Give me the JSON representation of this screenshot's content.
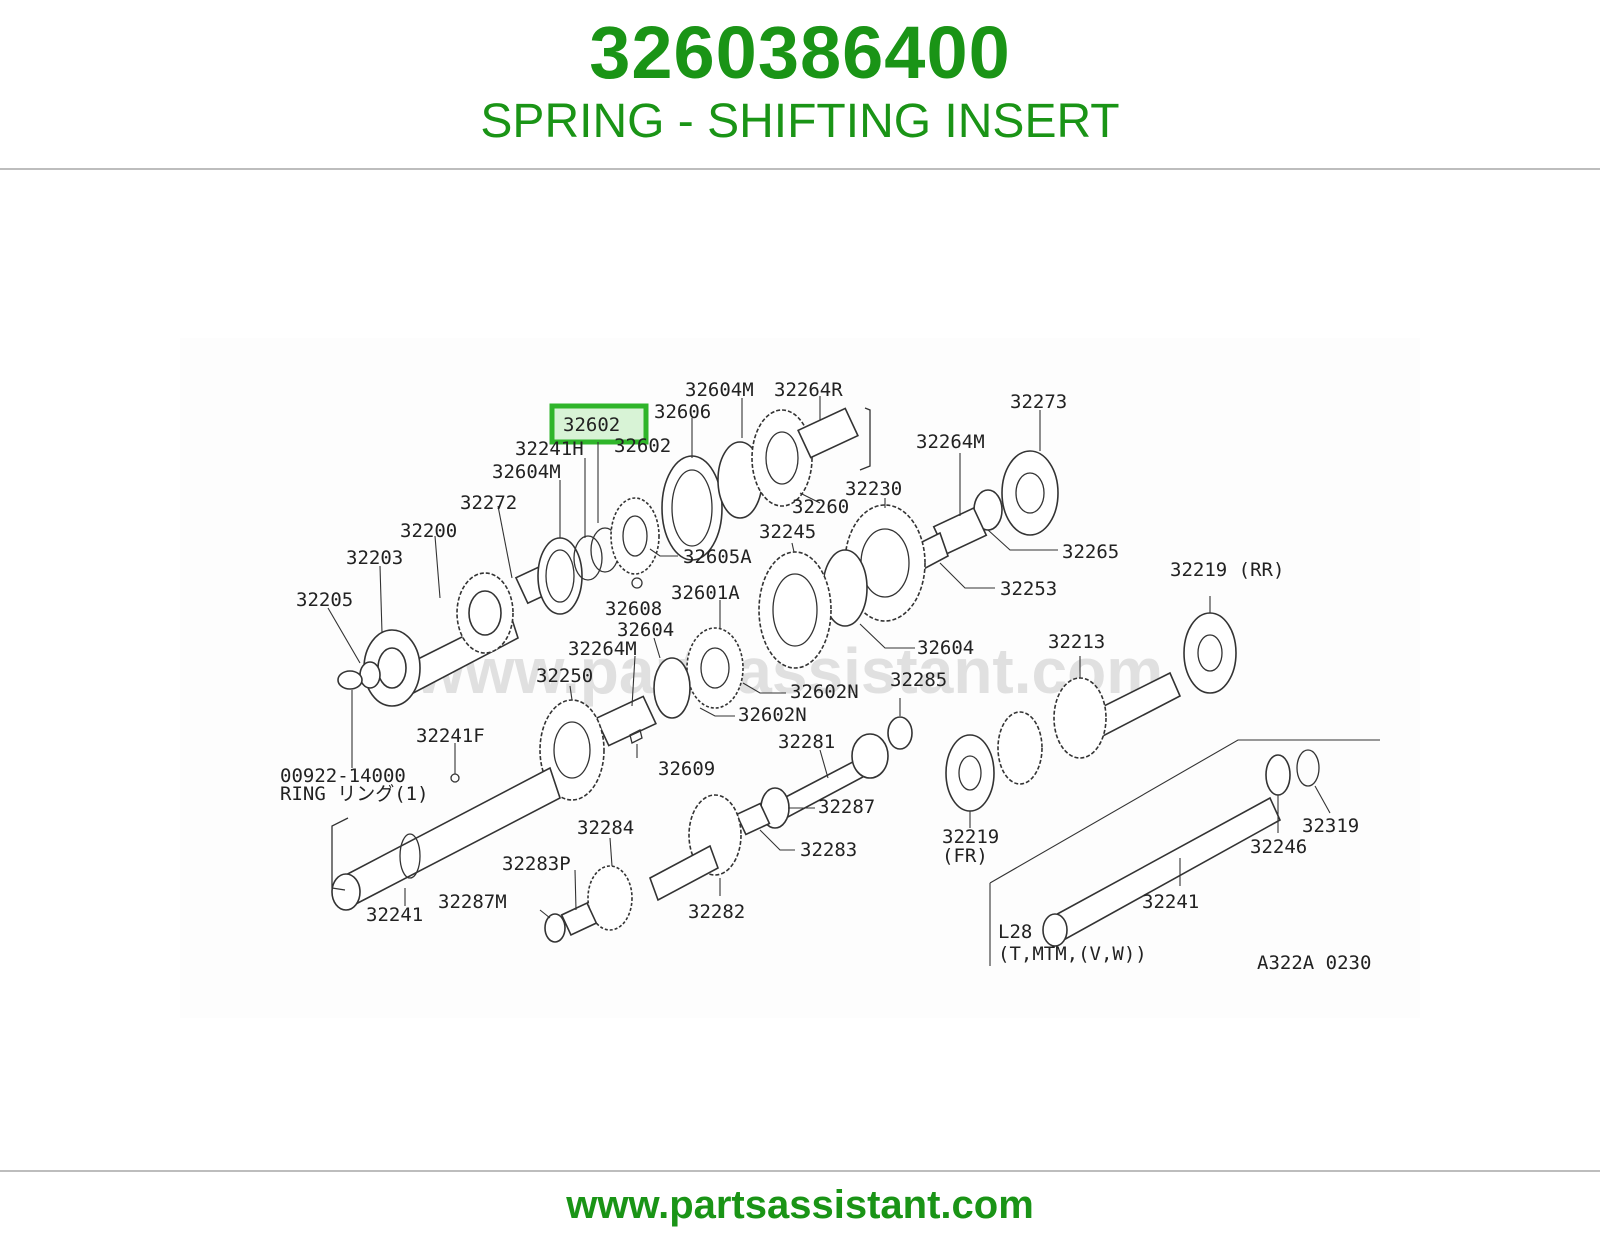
{
  "header": {
    "part_number": "3260386400",
    "part_name": "SPRING - SHIFTING INSERT"
  },
  "footer": {
    "site": "www.partsassistant.com"
  },
  "diagram": {
    "watermark": "www.partsassistant.com",
    "highlight_label": "32602",
    "highlight_color": "#2fb52a",
    "labels": {
      "p32604M_top": "32604M",
      "p32264R": "32264R",
      "p32606": "32606",
      "p32602b": "32602",
      "p32241H": "32241H",
      "p32604M_left": "32604M",
      "p32272": "32272",
      "p32200": "32200",
      "p32203": "32203",
      "p32205": "32205",
      "p32273": "32273",
      "p32264M_right": "32264M",
      "p32230": "32230",
      "p32260": "32260",
      "p32245": "32245",
      "p32605A": "32605A",
      "p32265": "32265",
      "p32253": "32253",
      "p32608": "32608",
      "p32601A": "32601A",
      "p32604_mid": "32604",
      "p32604_right": "32604",
      "p32264M_mid": "32264M",
      "p32219RR": "32219 (RR)",
      "p32213": "32213",
      "p32250": "32250",
      "p32602N_1": "32602N",
      "p32602N_2": "32602N",
      "p32285": "32285",
      "p32241F": "32241F",
      "p00922": "00922-14000",
      "ring": "RING リング(1)",
      "p32609": "32609",
      "p32281": "32281",
      "p32287": "32287",
      "p32283": "32283",
      "p32284": "32284",
      "p32283P": "32283P",
      "p32287M": "32287M",
      "p32282": "32282",
      "p32241_left": "32241",
      "p32219FR": "32219",
      "fr": "(FR)",
      "p32246": "32246",
      "p32319": "32319",
      "p32241_right": "32241",
      "l28": "L28",
      "l28_variants": "(T,MTM,(V,W))",
      "diagram_code": "A322A 0230"
    }
  }
}
